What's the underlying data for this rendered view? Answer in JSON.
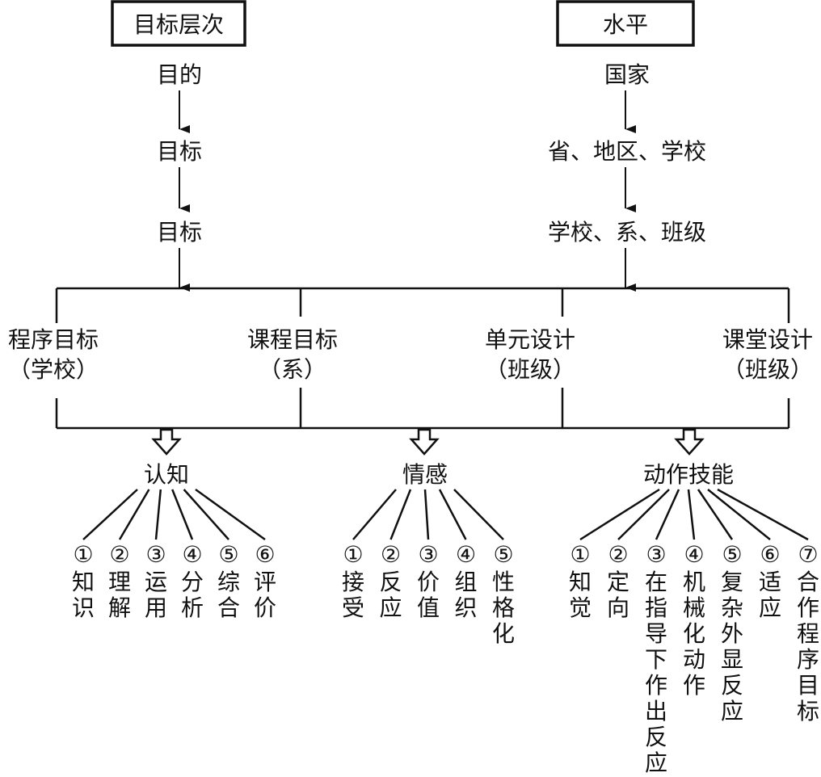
{
  "headers": {
    "left_box": "目标层次",
    "right_box": "水平"
  },
  "left_chain": [
    "目的",
    "目标",
    "目标"
  ],
  "right_chain": [
    "国家",
    "省、地区、学校",
    "学校、系、班级"
  ],
  "levels": [
    {
      "line1": "程序目标",
      "line2": "（学校）"
    },
    {
      "line1": "课程目标",
      "line2": "（系）"
    },
    {
      "line1": "单元设计",
      "line2": "（班级）"
    },
    {
      "line1": "课堂设计",
      "line2": "（班级）"
    }
  ],
  "domains": [
    {
      "title": "认知",
      "items": [
        {
          "num": "①",
          "text": "知识"
        },
        {
          "num": "②",
          "text": "理解"
        },
        {
          "num": "③",
          "text": "运用"
        },
        {
          "num": "④",
          "text": "分析"
        },
        {
          "num": "⑤",
          "text": "综合"
        },
        {
          "num": "⑥",
          "text": "评价"
        }
      ]
    },
    {
      "title": "情感",
      "items": [
        {
          "num": "①",
          "text": "接受"
        },
        {
          "num": "②",
          "text": "反应"
        },
        {
          "num": "③",
          "text": "价值"
        },
        {
          "num": "④",
          "text": "组织"
        },
        {
          "num": "⑤",
          "text": "性格化"
        }
      ]
    },
    {
      "title": "动作技能",
      "items": [
        {
          "num": "①",
          "text": "知觉"
        },
        {
          "num": "②",
          "text": "定向"
        },
        {
          "num": "③",
          "text": "在指导下作出反应"
        },
        {
          "num": "④",
          "text": "机械化动作"
        },
        {
          "num": "⑤",
          "text": "复杂外显反应"
        },
        {
          "num": "⑥",
          "text": "适应"
        },
        {
          "num": "⑦",
          "text": "合作程序目标"
        }
      ]
    }
  ]
}
